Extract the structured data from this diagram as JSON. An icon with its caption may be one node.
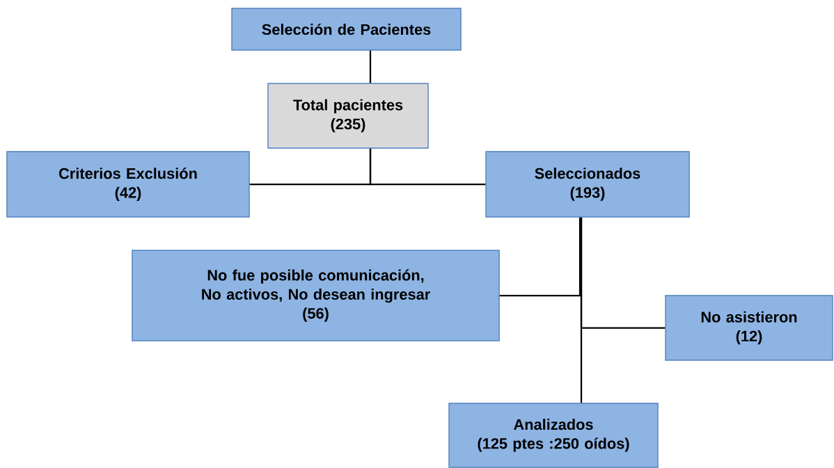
{
  "diagram": {
    "nodes": [
      {
        "text": [
          "Selección de Pacientes"
        ]
      },
      {
        "text": [
          "Total pacientes",
          "(235)"
        ]
      },
      {
        "text": [
          "Criterios Exclusión",
          "(42)"
        ]
      },
      {
        "text": [
          "Seleccionados",
          "(193)"
        ]
      },
      {
        "text": [
          "No fue posible comunicación, No activos, No desean ingresar",
          "(56)"
        ]
      },
      {
        "text": [
          "No asistieron",
          "(12)"
        ]
      },
      {
        "text": [
          "Analizados",
          "(125 ptes :250 oídos)"
        ]
      }
    ],
    "edges": [
      {
        "from": 0,
        "to": 1,
        "arrow": "none"
      },
      {
        "from": 1,
        "to": 2,
        "arrow": "none"
      },
      {
        "from": 1,
        "to": 3,
        "arrow": "none"
      },
      {
        "from": 3,
        "to": 4,
        "arrow": "none"
      },
      {
        "from": 3,
        "to": 5,
        "arrow": "none"
      },
      {
        "from": 3,
        "to": 6,
        "arrow": "none"
      }
    ]
  }
}
